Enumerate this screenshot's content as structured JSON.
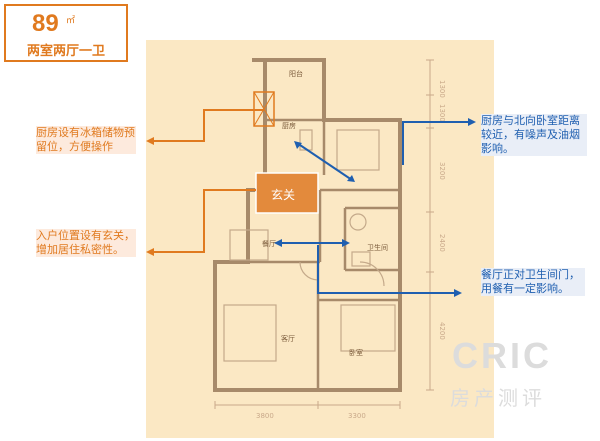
{
  "header": {
    "area": "89",
    "unit": "㎡",
    "layout_type": "两室两厅一卫"
  },
  "rooms": {
    "balcony": "阳台",
    "kitchen": "厨房",
    "foyer": "玄关",
    "bathroom": "卫生间",
    "dining": "餐厅",
    "living": "客厅",
    "bedroom": "卧室"
  },
  "dimensions": {
    "right": [
      "1300",
      "1300",
      "3200",
      "2400",
      "4200"
    ],
    "bottom": [
      "3800",
      "3300"
    ]
  },
  "notes": {
    "kitchen_storage": "厨房设有冰箱储物预留位，方便操作",
    "entrance_privacy": "入户位置设有玄关，增加居住私密性。",
    "kitchen_bedroom": "厨房与北向卧室距离较近，有噪声及油烟影响。",
    "dining_bathroom": "餐厅正对卫生间门，用餐有一定影响。"
  },
  "watermark": {
    "brand": "CRIC",
    "sub": "房产测评"
  },
  "colors": {
    "accent_orange": "#e07a1f",
    "accent_blue": "#1f5fb0",
    "plan_background": "#fbe8c4",
    "wall": "#a78a6a"
  }
}
